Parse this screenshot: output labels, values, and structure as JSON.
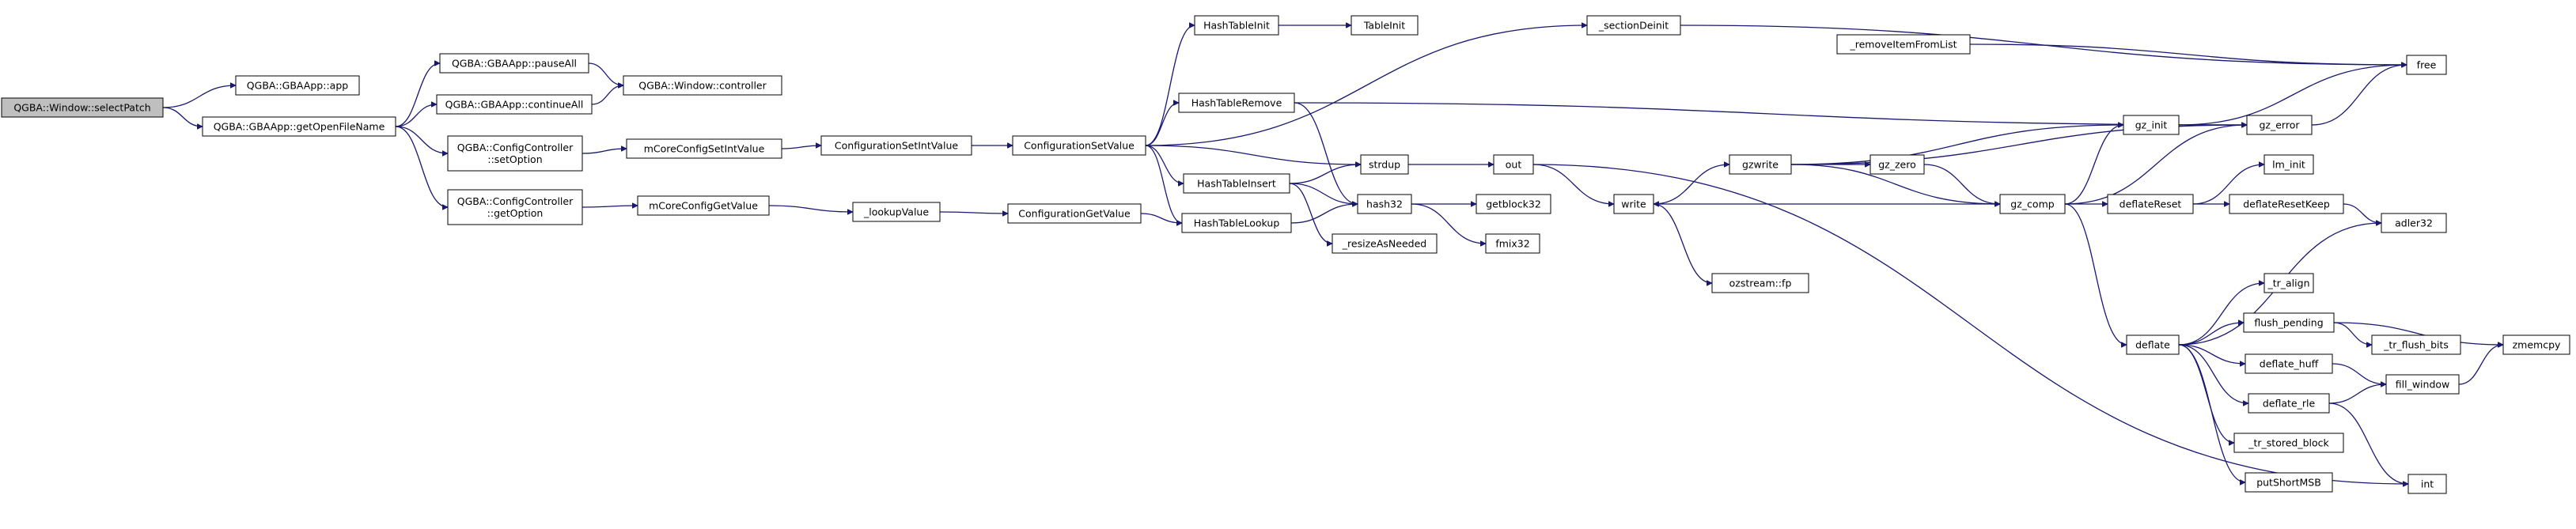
{
  "colors": {
    "node_fill": "#ffffff",
    "node_border": "#000000",
    "root_fill": "#bfbfbf",
    "truncated_border": "#ff0000",
    "edge": "#191970"
  },
  "nodes": [
    {
      "id": "selectPatch",
      "lines": [
        "QGBA::Window::selectPatch"
      ],
      "style": "root"
    },
    {
      "id": "app",
      "lines": [
        "QGBA::GBAApp::app"
      ]
    },
    {
      "id": "getOpenFileName",
      "lines": [
        "QGBA::GBAApp::getOpenFileName"
      ]
    },
    {
      "id": "pauseAll",
      "lines": [
        "QGBA::GBAApp::pauseAll"
      ]
    },
    {
      "id": "continueAll",
      "lines": [
        "QGBA::GBAApp::continueAll"
      ]
    },
    {
      "id": "controller",
      "lines": [
        "QGBA::Window::controller"
      ]
    },
    {
      "id": "setOption",
      "lines": [
        "QGBA::ConfigController",
        "::setOption"
      ]
    },
    {
      "id": "getOption",
      "lines": [
        "QGBA::ConfigController",
        "::getOption"
      ]
    },
    {
      "id": "mCoreConfigSetIntValue",
      "lines": [
        "mCoreConfigSetIntValue"
      ]
    },
    {
      "id": "mCoreConfigGetValue",
      "lines": [
        "mCoreConfigGetValue"
      ]
    },
    {
      "id": "ConfigurationSetIntValue",
      "lines": [
        "ConfigurationSetIntValue"
      ]
    },
    {
      "id": "lookupValue",
      "lines": [
        "_lookupValue"
      ]
    },
    {
      "id": "ConfigurationSetValue",
      "lines": [
        "ConfigurationSetValue"
      ]
    },
    {
      "id": "ConfigurationGetValue",
      "lines": [
        "ConfigurationGetValue"
      ]
    },
    {
      "id": "HashTableInit",
      "lines": [
        "HashTableInit"
      ]
    },
    {
      "id": "TableInit",
      "lines": [
        "TableInit"
      ]
    },
    {
      "id": "HashTableRemove",
      "lines": [
        "HashTableRemove"
      ]
    },
    {
      "id": "HashTableInsert",
      "lines": [
        "HashTableInsert"
      ]
    },
    {
      "id": "HashTableLookup",
      "lines": [
        "HashTableLookup"
      ]
    },
    {
      "id": "strdup",
      "lines": [
        "strdup"
      ]
    },
    {
      "id": "hash32",
      "lines": [
        "hash32"
      ]
    },
    {
      "id": "resizeAsNeeded",
      "lines": [
        "_resizeAsNeeded"
      ]
    },
    {
      "id": "getblock32",
      "lines": [
        "getblock32"
      ]
    },
    {
      "id": "fmix32",
      "lines": [
        "fmix32"
      ]
    },
    {
      "id": "sectionDeinit",
      "lines": [
        "_sectionDeinit"
      ]
    },
    {
      "id": "removeItemFromList",
      "lines": [
        "_removeItemFromList"
      ]
    },
    {
      "id": "out",
      "lines": [
        "out"
      ]
    },
    {
      "id": "write",
      "lines": [
        "write"
      ]
    },
    {
      "id": "gzwrite",
      "lines": [
        "gzwrite"
      ]
    },
    {
      "id": "ozstream_fp",
      "lines": [
        "ozstream::fp"
      ]
    },
    {
      "id": "gz_zero",
      "lines": [
        "gz_zero"
      ]
    },
    {
      "id": "gz_init",
      "lines": [
        "gz_init"
      ]
    },
    {
      "id": "gz_comp",
      "lines": [
        "gz_comp"
      ]
    },
    {
      "id": "gz_error",
      "lines": [
        "gz_error"
      ]
    },
    {
      "id": "free",
      "lines": [
        "free"
      ]
    },
    {
      "id": "deflateReset",
      "lines": [
        "deflateReset"
      ]
    },
    {
      "id": "lm_init",
      "lines": [
        "lm_init"
      ]
    },
    {
      "id": "deflateResetKeep",
      "lines": [
        "deflateResetKeep"
      ],
      "style": "truncated"
    },
    {
      "id": "adler32",
      "lines": [
        "adler32"
      ]
    },
    {
      "id": "deflate",
      "lines": [
        "deflate"
      ]
    },
    {
      "id": "tr_align",
      "lines": [
        "_tr_align"
      ],
      "style": "truncated"
    },
    {
      "id": "flush_pending",
      "lines": [
        "flush_pending"
      ]
    },
    {
      "id": "tr_flush_bits",
      "lines": [
        "_tr_flush_bits"
      ],
      "style": "truncated"
    },
    {
      "id": "zmemcpy",
      "lines": [
        "zmemcpy"
      ]
    },
    {
      "id": "deflate_huff",
      "lines": [
        "deflate_huff"
      ]
    },
    {
      "id": "fill_window",
      "lines": [
        "fill_window"
      ],
      "style": "truncated"
    },
    {
      "id": "deflate_rle",
      "lines": [
        "deflate_rle"
      ]
    },
    {
      "id": "tr_stored_block",
      "lines": [
        "_tr_stored_block"
      ],
      "style": "truncated"
    },
    {
      "id": "putShortMSB",
      "lines": [
        "putShortMSB"
      ]
    },
    {
      "id": "int",
      "lines": [
        "int"
      ]
    }
  ],
  "edges": [
    [
      "selectPatch",
      "app"
    ],
    [
      "selectPatch",
      "getOpenFileName"
    ],
    [
      "getOpenFileName",
      "pauseAll"
    ],
    [
      "getOpenFileName",
      "continueAll"
    ],
    [
      "getOpenFileName",
      "setOption"
    ],
    [
      "getOpenFileName",
      "getOption"
    ],
    [
      "pauseAll",
      "controller"
    ],
    [
      "continueAll",
      "controller"
    ],
    [
      "setOption",
      "mCoreConfigSetIntValue"
    ],
    [
      "getOption",
      "mCoreConfigGetValue"
    ],
    [
      "mCoreConfigSetIntValue",
      "ConfigurationSetIntValue"
    ],
    [
      "mCoreConfigGetValue",
      "lookupValue"
    ],
    [
      "ConfigurationSetIntValue",
      "ConfigurationSetValue"
    ],
    [
      "lookupValue",
      "ConfigurationGetValue"
    ],
    [
      "ConfigurationGetValue",
      "HashTableLookup"
    ],
    [
      "ConfigurationSetValue",
      "HashTableInit"
    ],
    [
      "ConfigurationSetValue",
      "sectionDeinit"
    ],
    [
      "ConfigurationSetValue",
      "HashTableRemove"
    ],
    [
      "ConfigurationSetValue",
      "strdup"
    ],
    [
      "ConfigurationSetValue",
      "HashTableInsert"
    ],
    [
      "ConfigurationSetValue",
      "HashTableLookup"
    ],
    [
      "HashTableInit",
      "TableInit"
    ],
    [
      "HashTableRemove",
      "hash32"
    ],
    [
      "HashTableRemove",
      "gz_error"
    ],
    [
      "HashTableInsert",
      "strdup"
    ],
    [
      "HashTableInsert",
      "hash32"
    ],
    [
      "HashTableInsert",
      "resizeAsNeeded"
    ],
    [
      "HashTableLookup",
      "hash32"
    ],
    [
      "hash32",
      "getblock32"
    ],
    [
      "hash32",
      "fmix32"
    ],
    [
      "strdup",
      "out"
    ],
    [
      "sectionDeinit",
      "free"
    ],
    [
      "removeItemFromList",
      "free"
    ],
    [
      "out",
      "write"
    ],
    [
      "out",
      "int"
    ],
    [
      "write",
      "gzwrite"
    ],
    [
      "write",
      "ozstream_fp"
    ],
    [
      "gzwrite",
      "gz_init"
    ],
    [
      "gzwrite",
      "gz_zero"
    ],
    [
      "gzwrite",
      "gz_comp"
    ],
    [
      "gzwrite",
      "gz_error"
    ],
    [
      "gz_zero",
      "gz_comp"
    ],
    [
      "gz_comp",
      "write"
    ],
    [
      "gz_comp",
      "gz_init"
    ],
    [
      "gz_comp",
      "gz_error"
    ],
    [
      "gz_comp",
      "deflateReset"
    ],
    [
      "gz_comp",
      "deflate"
    ],
    [
      "gz_init",
      "gz_error"
    ],
    [
      "gz_init",
      "free"
    ],
    [
      "gz_error",
      "free"
    ],
    [
      "deflateReset",
      "lm_init"
    ],
    [
      "deflateReset",
      "deflateResetKeep"
    ],
    [
      "deflateResetKeep",
      "adler32"
    ],
    [
      "deflate",
      "adler32"
    ],
    [
      "deflate",
      "tr_align"
    ],
    [
      "deflate",
      "flush_pending"
    ],
    [
      "deflate",
      "deflate_huff"
    ],
    [
      "deflate",
      "deflate_rle"
    ],
    [
      "deflate",
      "tr_stored_block"
    ],
    [
      "deflate",
      "putShortMSB"
    ],
    [
      "flush_pending",
      "tr_flush_bits"
    ],
    [
      "flush_pending",
      "zmemcpy"
    ],
    [
      "deflate_huff",
      "fill_window"
    ],
    [
      "deflate_rle",
      "fill_window"
    ],
    [
      "deflate_rle",
      "int"
    ],
    [
      "fill_window",
      "zmemcpy"
    ]
  ]
}
